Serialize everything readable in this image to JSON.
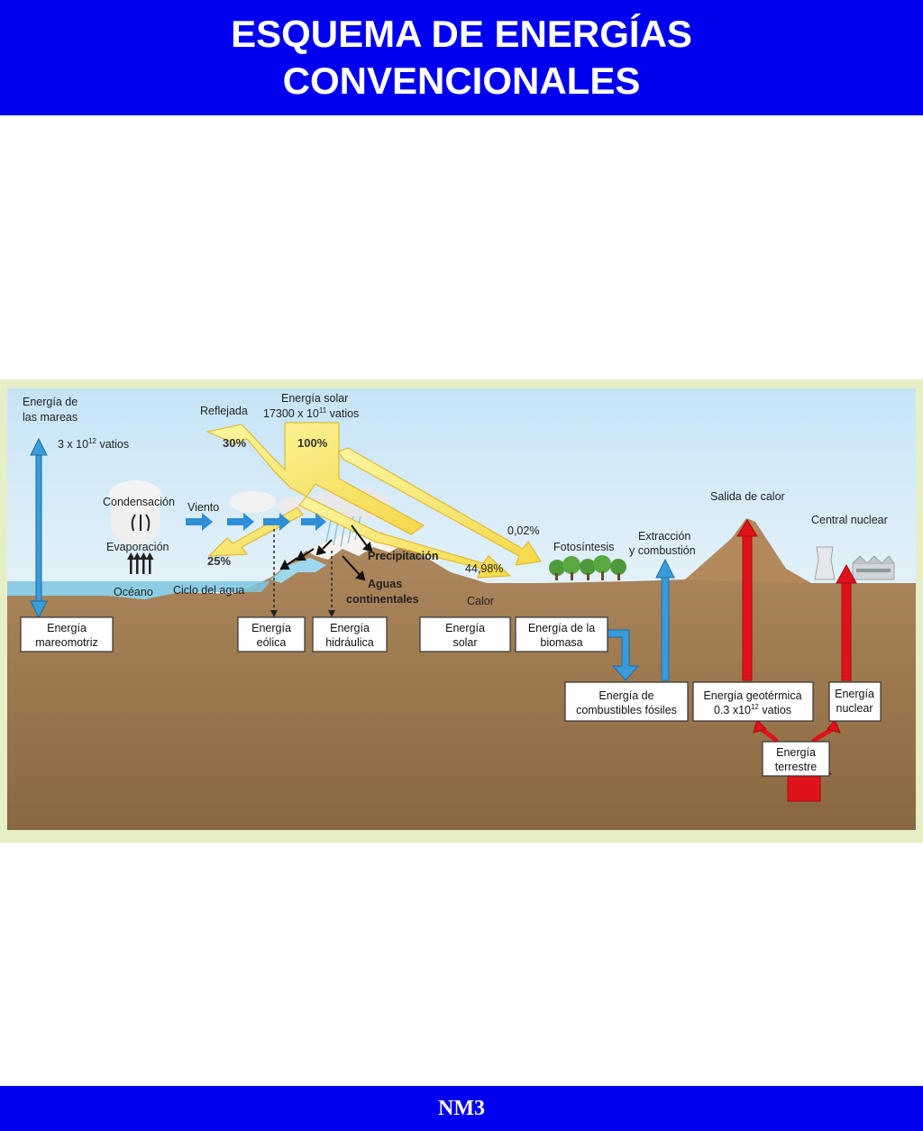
{
  "header": {
    "title_line1": "ESQUEMA DE ENERGÍAS",
    "title_line2": "CONVENCIONALES"
  },
  "footer": {
    "label": "NM3"
  },
  "colors": {
    "header_blue": "#0000ee",
    "sky": "#cfe8f5",
    "ground": "#a07c52",
    "sun_arrow": "#f7f07a",
    "blue_arrow": "#3b9ad8",
    "red_arrow": "#e0121b"
  },
  "diagram": {
    "mareas": {
      "line1": "Energía de",
      "line2": "las mareas",
      "value_pre": "3 x 10",
      "value_exp": "12",
      "value_post": " vatios"
    },
    "solar": {
      "line1": "Energía solar",
      "value_pre": "17300 x 10",
      "value_exp": "11",
      "value_post": " vatios"
    },
    "reflejada": "Reflejada",
    "pct_30": "30%",
    "pct_100": "100%",
    "pct_25": "25%",
    "pct_002": "0,02%",
    "pct_4498": "44,98%",
    "condensacion": "Condensación",
    "evaporacion": "Evaporación",
    "viento": "Viento",
    "oceano": "Océano",
    "ciclo_agua": "Ciclo del agua",
    "precipitacion": "Precipitación",
    "aguas_line1": "Aguas",
    "aguas_line2": "continentales",
    "calor": "Calor",
    "fotosintesis": "Fotosíntesis",
    "extraccion_line1": "Extracción",
    "extraccion_line2": "y combustión",
    "salida_calor": "Salida de calor",
    "central_nuclear": "Central nuclear",
    "boxes": {
      "mareomotriz": {
        "line1": "Energía",
        "line2": "mareomotriz"
      },
      "eolica": {
        "line1": "Energía",
        "line2": "eólica"
      },
      "hidraulica": {
        "line1": "Energía",
        "line2": "hidráulica"
      },
      "solar": {
        "line1": "Energía",
        "line2": "solar"
      },
      "biomasa": {
        "line1": "Energía de la",
        "line2": "biomasa"
      },
      "fosiles": {
        "line1": "Energía de",
        "line2": "combustibles fósiles"
      },
      "geotermica": {
        "line1": "Energía geotérmica",
        "value_pre": "0.3 x10",
        "value_exp": "12",
        "value_post": " vatios"
      },
      "nuclear": {
        "line1": "Energía",
        "line2": "nuclear"
      },
      "terrestre": {
        "line1": "Energía",
        "line2": "terrestre"
      }
    }
  }
}
